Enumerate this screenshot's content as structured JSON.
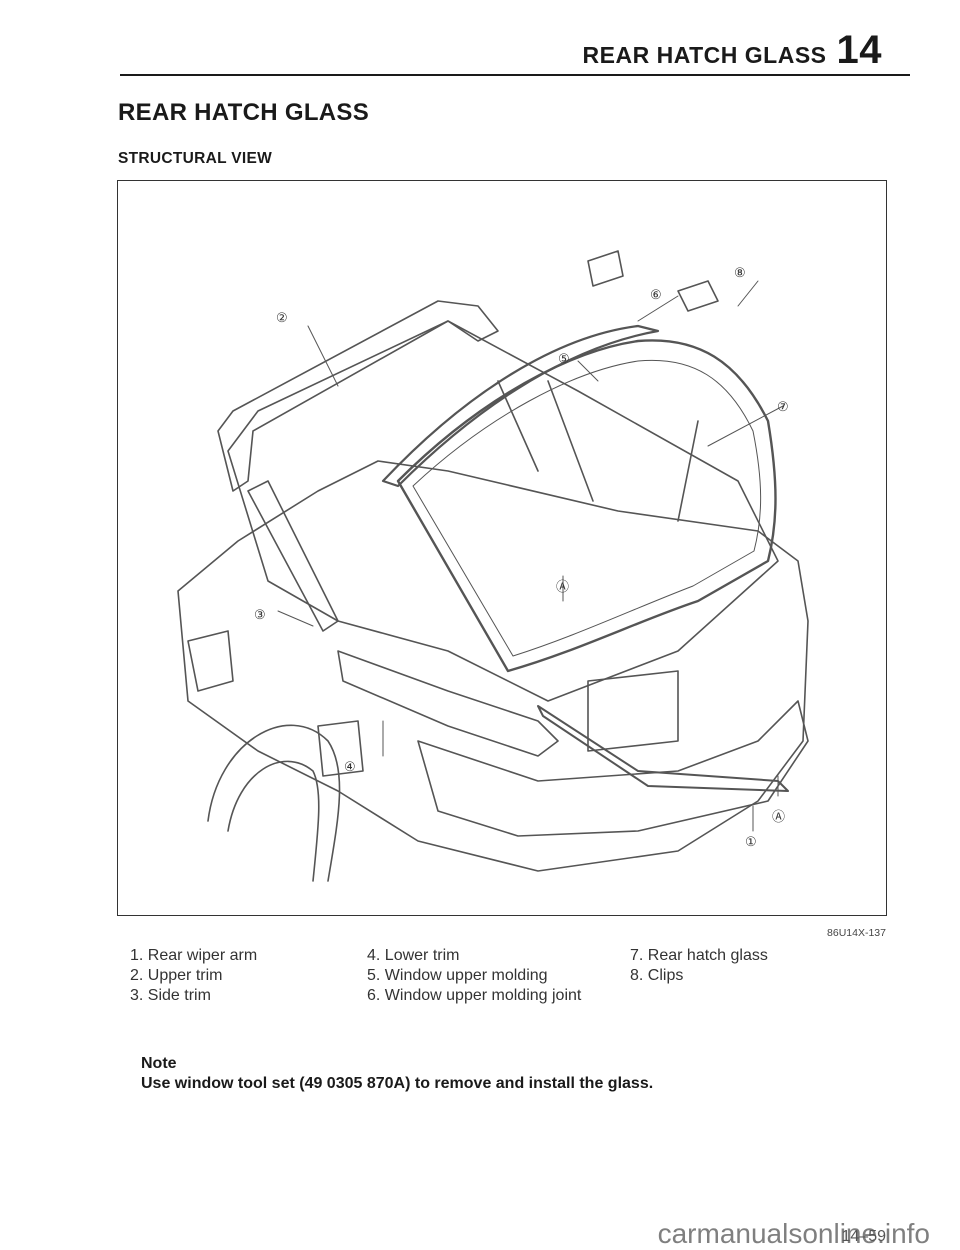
{
  "header": {
    "title": "REAR HATCH GLASS",
    "chapter": "14"
  },
  "section_title": "REAR HATCH GLASS",
  "subsection_title": "STRUCTURAL VIEW",
  "figure": {
    "id": "86U14X-137",
    "callouts": [
      "①",
      "②",
      "③",
      "④",
      "⑤",
      "⑥",
      "⑦",
      "⑧",
      "Ⓐ",
      "Ⓐ"
    ]
  },
  "legend": {
    "col1": [
      "1. Rear wiper arm",
      "2. Upper trim",
      "3. Side trim"
    ],
    "col2": [
      "4. Lower trim",
      "5. Window upper molding",
      "6. Window upper molding joint"
    ],
    "col3": [
      "7. Rear hatch glass",
      "8. Clips"
    ]
  },
  "note": {
    "heading": "Note",
    "text": "Use window tool set (49 0305 870A) to remove and install the glass."
  },
  "page_number": "14–59",
  "watermark": "carmanualsonline.info"
}
